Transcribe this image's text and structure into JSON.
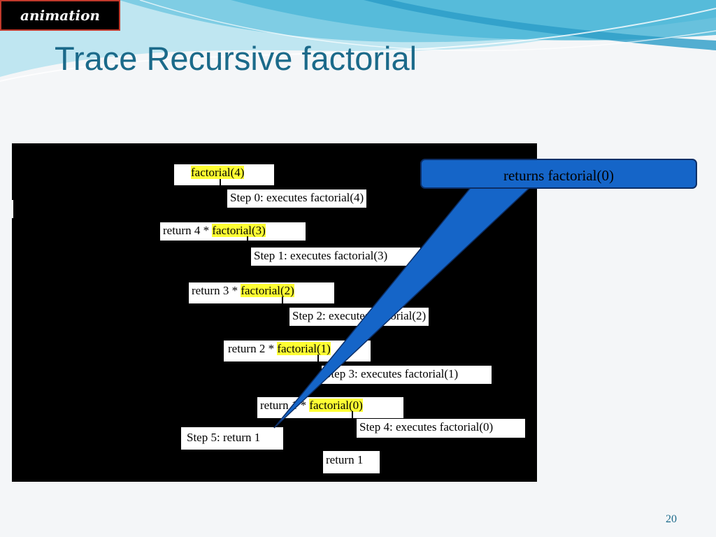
{
  "slide": {
    "badge": "animation",
    "title": "Trace Recursive factorial",
    "page_number": "20"
  },
  "trace": {
    "call_4": {
      "prefix": "",
      "call": "factorial(4)"
    },
    "step_0": "Step 0: executes factorial(4)",
    "call_3": {
      "prefix": "return 4 * ",
      "call": "factorial(3)"
    },
    "step_1": "Step 1: executes factorial(3)",
    "call_2": {
      "prefix": "return 3 * ",
      "call": "factorial(2)"
    },
    "step_2": "Step 2: executes factorial(2)",
    "call_1": {
      "prefix": "return 2 * ",
      "call": "factorial(1)"
    },
    "step_3": "Step 3: executes factorial(1)",
    "call_0": {
      "prefix": "return 1 * ",
      "call": "factorial(0)"
    },
    "step_4": "Step 4: executes factorial(0)",
    "step_5": "Step 5: return 1",
    "base_return": "return 1"
  },
  "callout": {
    "text": "returns factorial(0)"
  },
  "colors": {
    "title": "#1b6a8a",
    "highlight": "#ffff33",
    "callout_fill": "#1565c8",
    "panel": "#000000"
  }
}
